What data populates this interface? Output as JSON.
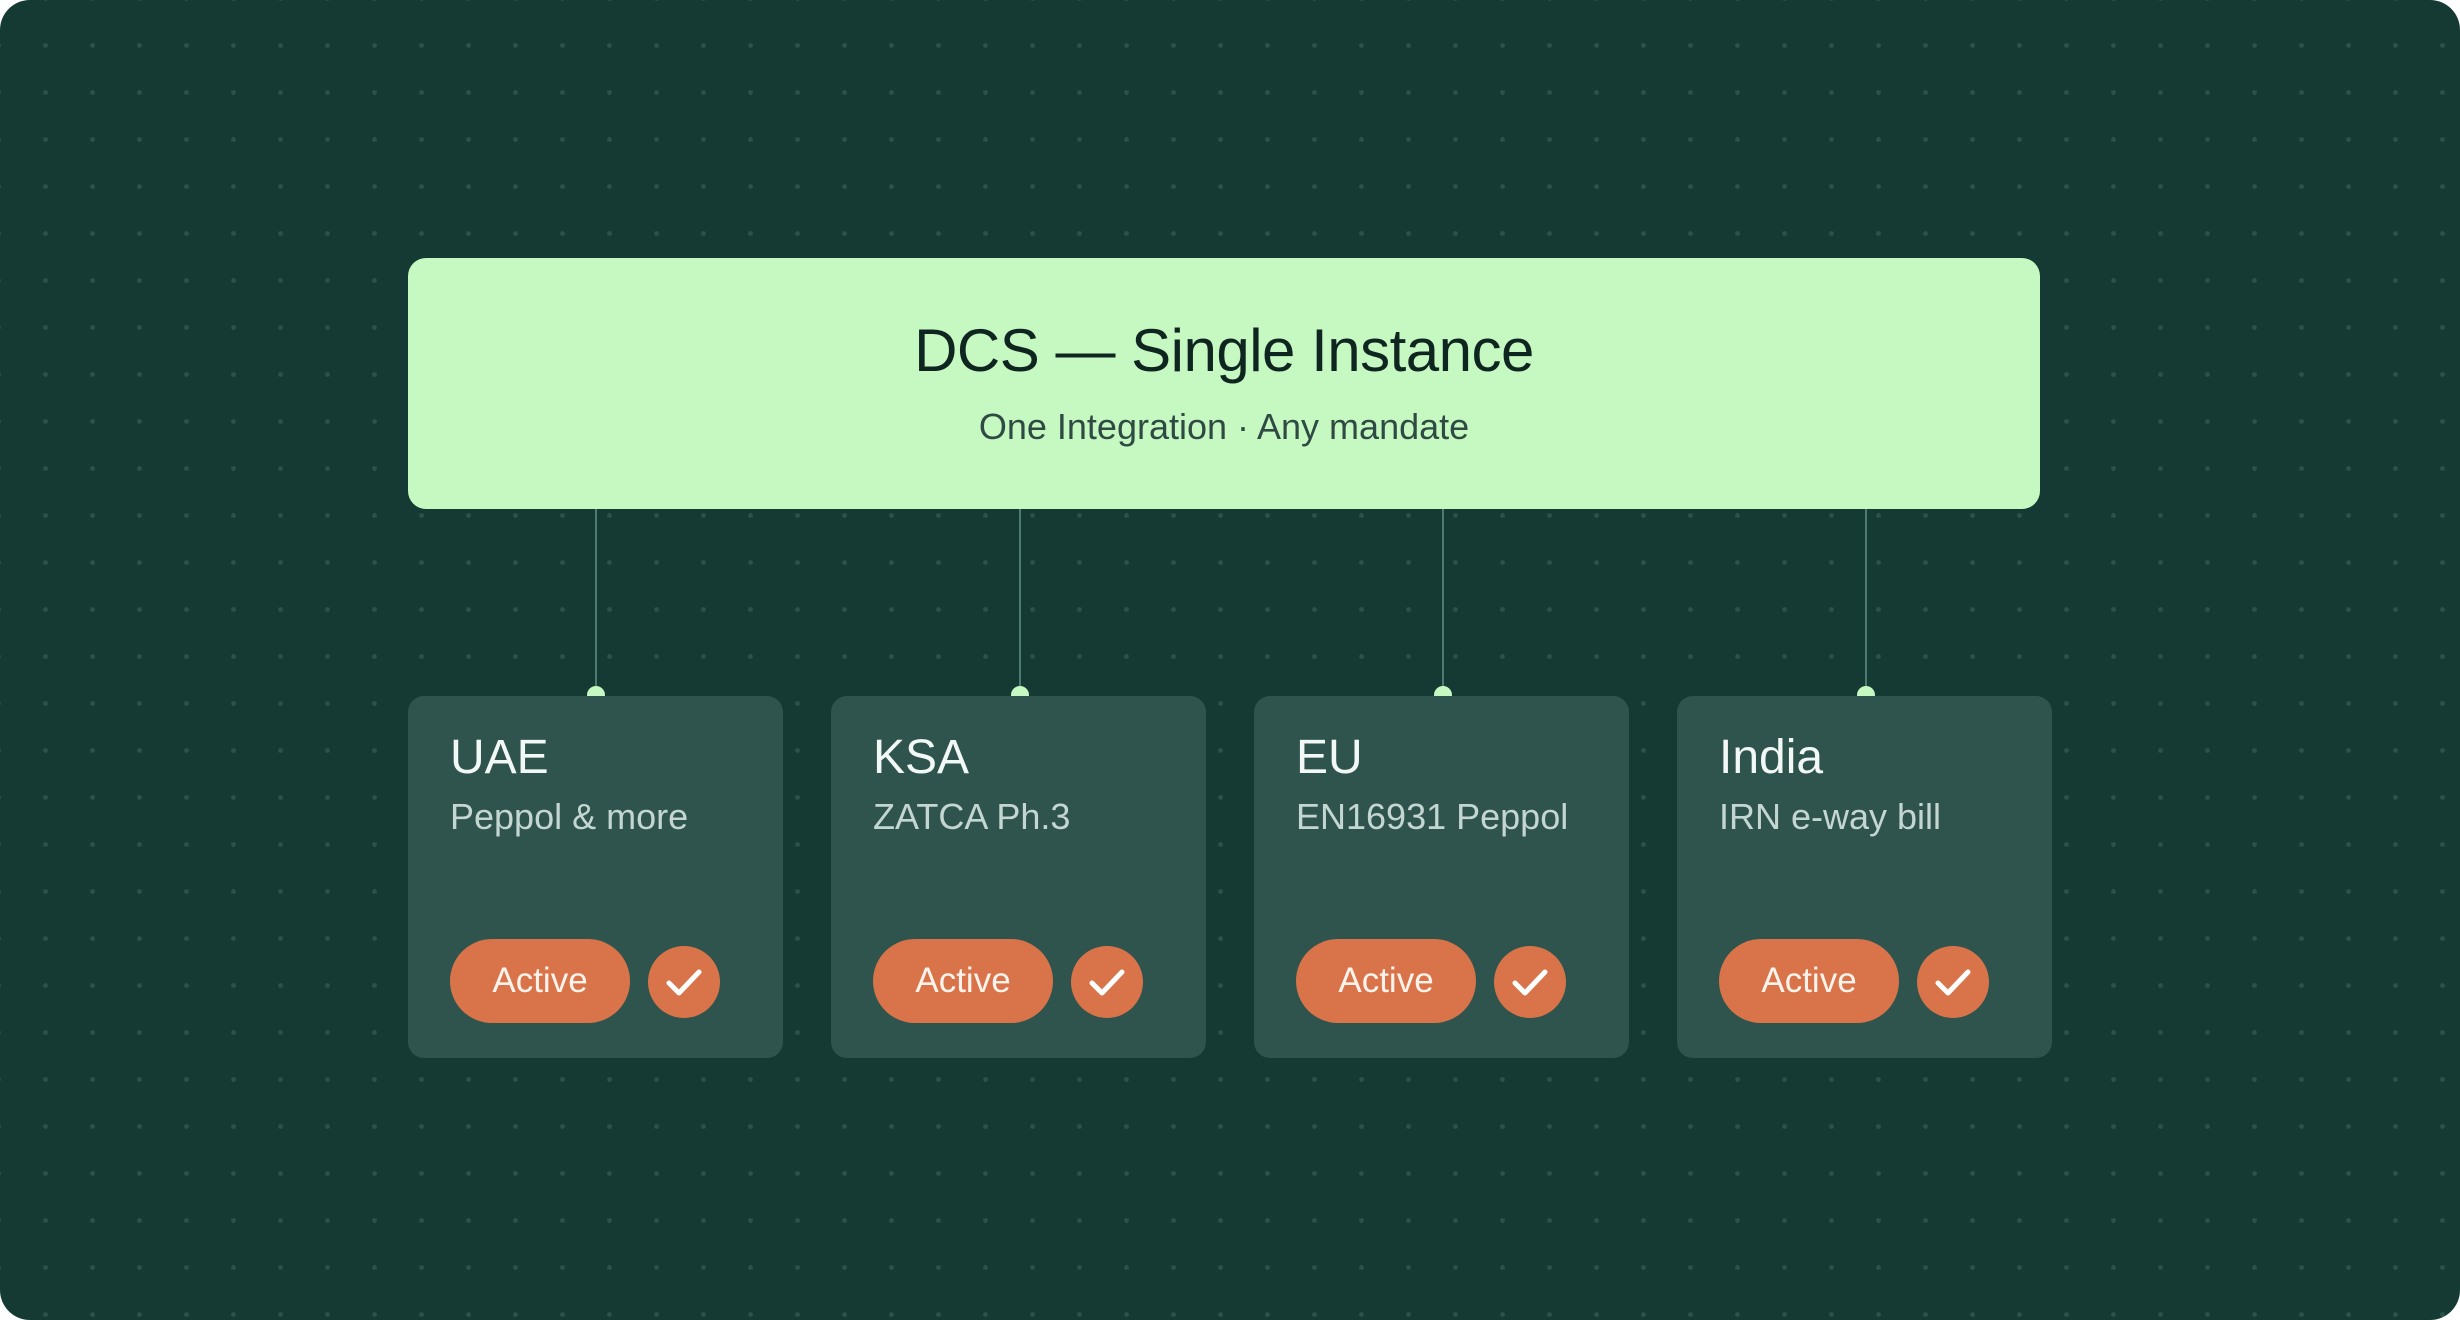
{
  "header": {
    "title": "DCS — Single Instance",
    "subtitle": "One Integration · Any mandate"
  },
  "regions": [
    {
      "name": "UAE",
      "mandate": "Peppol & more",
      "status": "Active",
      "icon": "check-icon"
    },
    {
      "name": "KSA",
      "mandate": "ZATCA Ph.3",
      "status": "Active",
      "icon": "check-icon"
    },
    {
      "name": "EU",
      "mandate": "EN16931 Peppol",
      "status": "Active",
      "icon": "check-icon"
    },
    {
      "name": "India",
      "mandate": "IRN e-way bill",
      "status": "Active",
      "icon": "check-icon"
    }
  ],
  "colors": {
    "background": "#153a33",
    "header_box": "#c6f8c2",
    "card": "#2f544d",
    "accent": "#d9744a"
  }
}
